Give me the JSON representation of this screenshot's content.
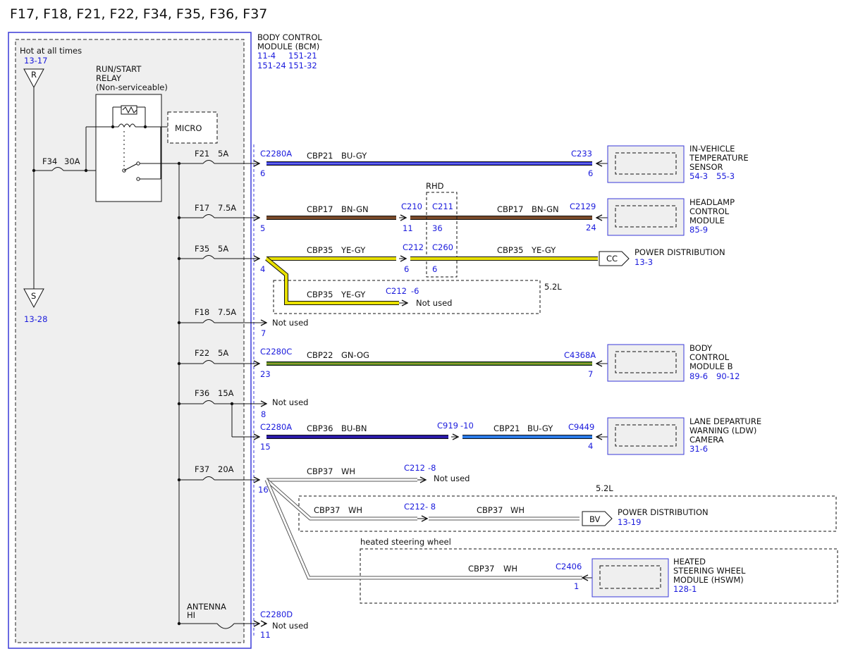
{
  "title": "F17, F18, F21, F22, F34, F35, F36, F37",
  "colors": {
    "frame_blue": "#3a3ad8",
    "ref_blue": "#1a1adc",
    "wire_BU_GY": "#2b2bd8",
    "wire_BN_GN": "#7a4a2a",
    "wire_YE_GY": "#e8e000",
    "wire_GN_OG": "#3e8e1e",
    "wire_BU_BN": "#2a1aa8",
    "wire_WH": "#ffffff"
  },
  "bcm": {
    "label_line1": "BODY CONTROL",
    "label_line2": "MODULE (BCM)",
    "ref1": "11-4",
    "ref2": "151-21",
    "ref3": "151-24",
    "ref4": "151-32"
  },
  "hot": {
    "label": "Hot at all times",
    "ref_in": "13-17",
    "terminal_in": "R",
    "terminal_out": "S",
    "ref_out": "13-28"
  },
  "relay": {
    "line1": "RUN/START",
    "line2": "RELAY",
    "line3": "(Non-serviceable)",
    "micro": "MICRO"
  },
  "f34": {
    "name": "F34",
    "rating": "30A"
  },
  "antenna": {
    "line1": "ANTENNA",
    "line2": "HI",
    "connector": "C2280D",
    "pin": "11",
    "end": "Not used"
  },
  "fuses": [
    {
      "name": "F21",
      "rating": "5A"
    },
    {
      "name": "F17",
      "rating": "7.5A"
    },
    {
      "name": "F35",
      "rating": "5A"
    },
    {
      "name": "F18",
      "rating": "7.5A"
    },
    {
      "name": "F22",
      "rating": "5A"
    },
    {
      "name": "F36",
      "rating": "15A"
    },
    {
      "name": "F37",
      "rating": "20A"
    }
  ],
  "circuits": {
    "c1": {
      "conn": "C2280A",
      "pin": "6",
      "circuit": "CBP21",
      "color": "BU-GY",
      "dest_conn": "C233",
      "dest_pin": "6",
      "module": [
        "IN-VEHICLE",
        "TEMPERATURE",
        "SENSOR"
      ],
      "ref1": "54-3",
      "ref2": "55-3"
    },
    "c2": {
      "pin": "5",
      "circuit": "CBP17",
      "color": "BN-GN",
      "inline_conn_a": "C210",
      "inline_conn_b": "C211",
      "inline_pin_a": "11",
      "inline_pin_b": "36",
      "rhd": "RHD",
      "circuit_b": "CBP17",
      "color_b": "BN-GN",
      "dest_conn": "C2129",
      "dest_pin": "24",
      "module": [
        "HEADLAMP",
        "CONTROL",
        "MODULE"
      ],
      "ref1": "85-9"
    },
    "c3": {
      "pin": "4",
      "circuit": "CBP35",
      "color": "YE-GY",
      "inline_conn_a": "C212",
      "inline_conn_b": "C260",
      "inline_pin_a": "6",
      "inline_pin_b": "6",
      "circuit_b": "CBP35",
      "color_b": "YE-GY",
      "dest_tag": "CC",
      "dest": "POWER DISTRIBUTION",
      "ref1": "13-3",
      "alt_circuit": "CBP35",
      "alt_color": "YE-GY",
      "alt_conn": "C212",
      "alt_pin": "-6",
      "alt_end": "Not used",
      "alt_option": "5.2L"
    },
    "c4": {
      "pin": "7",
      "end": "Not used"
    },
    "c5": {
      "conn": "C2280C",
      "pin": "23",
      "circuit": "CBP22",
      "color": "GN-OG",
      "dest_conn": "C4368A",
      "dest_pin": "7",
      "module": [
        "BODY",
        "CONTROL",
        "MODULE B"
      ],
      "ref1": "89-6",
      "ref2": "90-12"
    },
    "c6": {
      "pin": "8",
      "end": "Not used"
    },
    "c7": {
      "conn": "C2280A",
      "pin": "15",
      "circuit": "CBP36",
      "color": "BU-BN",
      "inline_conn": "C919",
      "inline_pin": "-10",
      "circuit_b": "CBP21",
      "color_b": "BU-GY",
      "dest_conn": "C9449",
      "dest_pin": "4",
      "module": [
        "LANE DEPARTURE",
        "WARNING (LDW)",
        "CAMERA"
      ],
      "ref1": "31-6"
    },
    "c8": {
      "pin": "16",
      "circuit": "CBP37",
      "color": "WH",
      "conn1": "C212",
      "pin1": "-8",
      "end1": "Not used",
      "option_52": "5.2L",
      "circuit2": "CBP37",
      "color2": "WH",
      "conn2": "C212",
      "pin2": "- 8",
      "circuit2b": "CBP37",
      "color2b": "WH",
      "dest_tag": "BV",
      "dest": "POWER DISTRIBUTION",
      "ref_pd": "13-19",
      "option_hsw": "heated steering wheel",
      "circuit3": "CBP37",
      "color3": "WH",
      "conn3": "C2406",
      "pin3": "1",
      "module": [
        "HEATED",
        "STEERING WHEEL",
        "MODULE (HSWM)"
      ],
      "ref_hswm": "128-1"
    }
  }
}
